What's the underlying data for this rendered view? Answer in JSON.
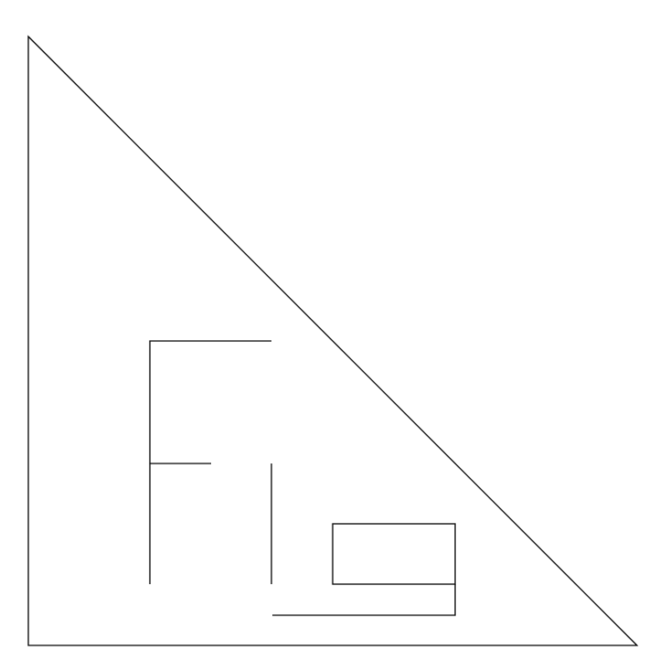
{
  "diagram": {
    "stroke_color": "#000000",
    "background_color": "#ffffff",
    "shapes": [
      "right-triangle-outline",
      "letter-f-shape",
      "vertical-line",
      "l-shaped-connector",
      "small-rectangle"
    ]
  }
}
